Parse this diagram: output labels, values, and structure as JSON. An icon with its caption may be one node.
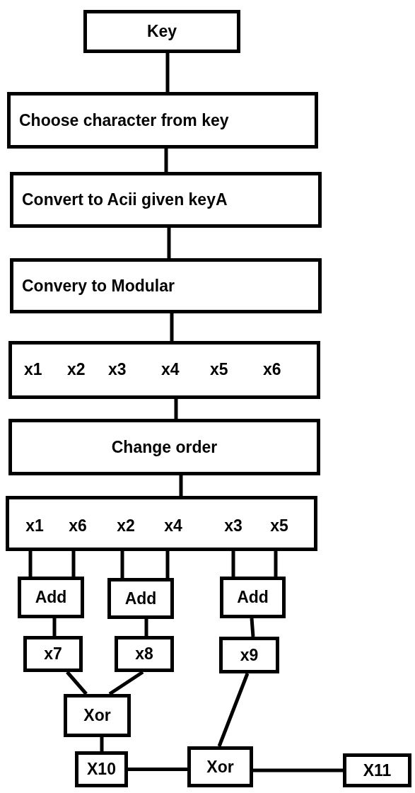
{
  "diagram": {
    "nodes": [
      {
        "text": [
          "Key"
        ]
      },
      {
        "text": [
          "Choose character from key"
        ]
      },
      {
        "text": [
          "Convert to Acii given keyA"
        ]
      },
      {
        "text": [
          "Convery to Modular"
        ]
      },
      {
        "text": [
          "x1",
          "x2",
          "x3",
          "x4",
          "x5",
          "x6"
        ]
      },
      {
        "text": [
          "Change order"
        ]
      },
      {
        "text": [],
        "shape": "box"
      },
      {
        "text": [
          "x1"
        ],
        "in": 6
      },
      {
        "text": [
          "x6"
        ],
        "in": 6
      },
      {
        "text": [
          "x2"
        ],
        "in": 6
      },
      {
        "text": [
          "x4"
        ],
        "in": 6
      },
      {
        "text": [
          "x3"
        ],
        "in": 6
      },
      {
        "text": [
          "x5"
        ],
        "in": 6
      },
      {
        "text": [
          "Add"
        ]
      },
      {
        "text": [
          "Add"
        ]
      },
      {
        "text": [
          "Add"
        ]
      },
      {
        "text": [
          "x7"
        ]
      },
      {
        "text": [
          "x8"
        ]
      },
      {
        "text": [
          "x9"
        ]
      },
      {
        "text": [
          "Xor"
        ]
      },
      {
        "text": [
          "X10"
        ]
      },
      {
        "text": [
          "Xor"
        ]
      },
      {
        "text": [
          "X11"
        ]
      }
    ],
    "edges": [
      {
        "from": 0,
        "to": 1,
        "arrow": "none"
      },
      {
        "from": 1,
        "to": 2,
        "arrow": "none"
      },
      {
        "from": 2,
        "to": 3,
        "arrow": "none"
      },
      {
        "from": 3,
        "to": 4,
        "arrow": "none"
      },
      {
        "from": 4,
        "to": 5,
        "arrow": "none"
      },
      {
        "from": 5,
        "to": 6,
        "arrow": "none"
      },
      {
        "from": 7,
        "to": 13,
        "arrow": "none"
      },
      {
        "from": 8,
        "to": 13,
        "arrow": "none"
      },
      {
        "from": 9,
        "to": 14,
        "arrow": "none"
      },
      {
        "from": 10,
        "to": 14,
        "arrow": "none"
      },
      {
        "from": 11,
        "to": 15,
        "arrow": "none"
      },
      {
        "from": 12,
        "to": 15,
        "arrow": "none"
      },
      {
        "from": 13,
        "to": 16,
        "arrow": "none"
      },
      {
        "from": 14,
        "to": 17,
        "arrow": "none"
      },
      {
        "from": 15,
        "to": 18,
        "arrow": "none"
      },
      {
        "from": 16,
        "to": 19,
        "arrow": "none"
      },
      {
        "from": 17,
        "to": 19,
        "arrow": "none"
      },
      {
        "from": 19,
        "to": 20,
        "arrow": "none"
      },
      {
        "from": 20,
        "to": 21,
        "arrow": "none"
      },
      {
        "from": 18,
        "to": 21,
        "arrow": "none"
      },
      {
        "from": 21,
        "to": 22,
        "arrow": "none"
      }
    ]
  }
}
